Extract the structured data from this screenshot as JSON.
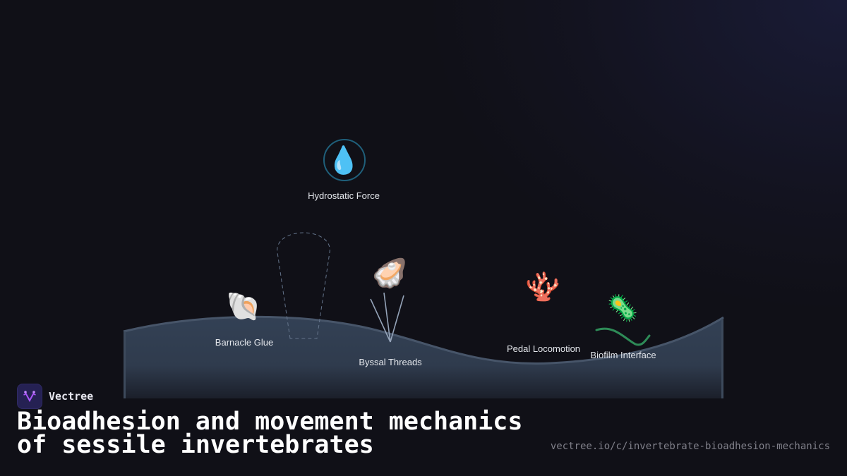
{
  "diagram": {
    "nodes": [
      {
        "id": "hydrostatic",
        "label": "Hydrostatic Force",
        "icon": "water-droplet-icon",
        "glyph": "💧"
      },
      {
        "id": "barnacle",
        "label": "Barnacle Glue",
        "icon": "spiral-shell-icon",
        "glyph": "🐚"
      },
      {
        "id": "byssal",
        "label": "Byssal Threads",
        "icon": "oyster-icon",
        "glyph": "🦪"
      },
      {
        "id": "pedal",
        "label": "Pedal Locomotion",
        "icon": "coral-icon",
        "glyph": "🪸"
      },
      {
        "id": "biofilm",
        "label": "Biofilm Interface",
        "icon": "microbe-icon",
        "glyph": "🦠"
      }
    ],
    "colors": {
      "substrate_fill": "#334155",
      "substrate_edge": "#475569",
      "thread_stroke": "#94a3b8",
      "biofilm_stroke": "#2e8b57",
      "droplet_ring": "#1f5f7a",
      "suction_outline": "#64748b"
    }
  },
  "footer": {
    "brand": "Vectree",
    "title_line1": "Bioadhesion and movement mechanics",
    "title_line2": "of sessile invertebrates",
    "url": "vectree.io/c/invertebrate-bioadhesion-mechanics"
  }
}
